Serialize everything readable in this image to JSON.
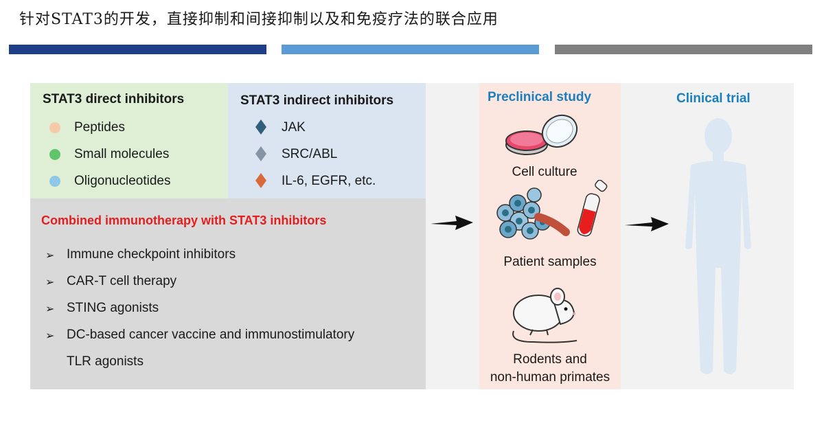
{
  "title": "针对STAT3的开发，直接抑制和间接抑制以及和免疫疗法的联合应用",
  "colors": {
    "bar1": "#1f3e8a",
    "bar2": "#5b9bd5",
    "bar3": "#808080",
    "red": "#e41e1e",
    "blue": "#1b7fbf"
  },
  "direct": {
    "heading": "STAT3 direct inhibitors",
    "items": [
      {
        "label": "Peptides",
        "color": "#f7c9a8"
      },
      {
        "label": "Small molecules",
        "color": "#5fc46a"
      },
      {
        "label": "Oligonucleotides",
        "color": "#8fc7e8"
      }
    ]
  },
  "indirect": {
    "heading": "STAT3 indirect inhibitors",
    "items": [
      {
        "label": "JAK",
        "color": "#2f5f7a"
      },
      {
        "label": "SRC/ABL",
        "color": "#8395a6"
      },
      {
        "label": "IL-6, EGFR, etc.",
        "color": "#d9693a"
      }
    ]
  },
  "combined": {
    "heading": "Combined immunotherapy with STAT3 inhibitors",
    "bullet_icon": "arrowhead-bullet-icon",
    "items": [
      "Immune checkpoint inhibitors",
      "CAR-T cell therapy",
      "STING agonists",
      "DC-based cancer vaccine and immunostimulatory"
    ],
    "continuation": "TLR agonists"
  },
  "preclinical": {
    "heading": "Preclinical study",
    "cell_culture": "Cell culture",
    "patient_samples": "Patient samples",
    "rodents_line1": "Rodents and",
    "rodents_line2": "non-human primates"
  },
  "clinical": {
    "heading": "Clinical trial"
  }
}
